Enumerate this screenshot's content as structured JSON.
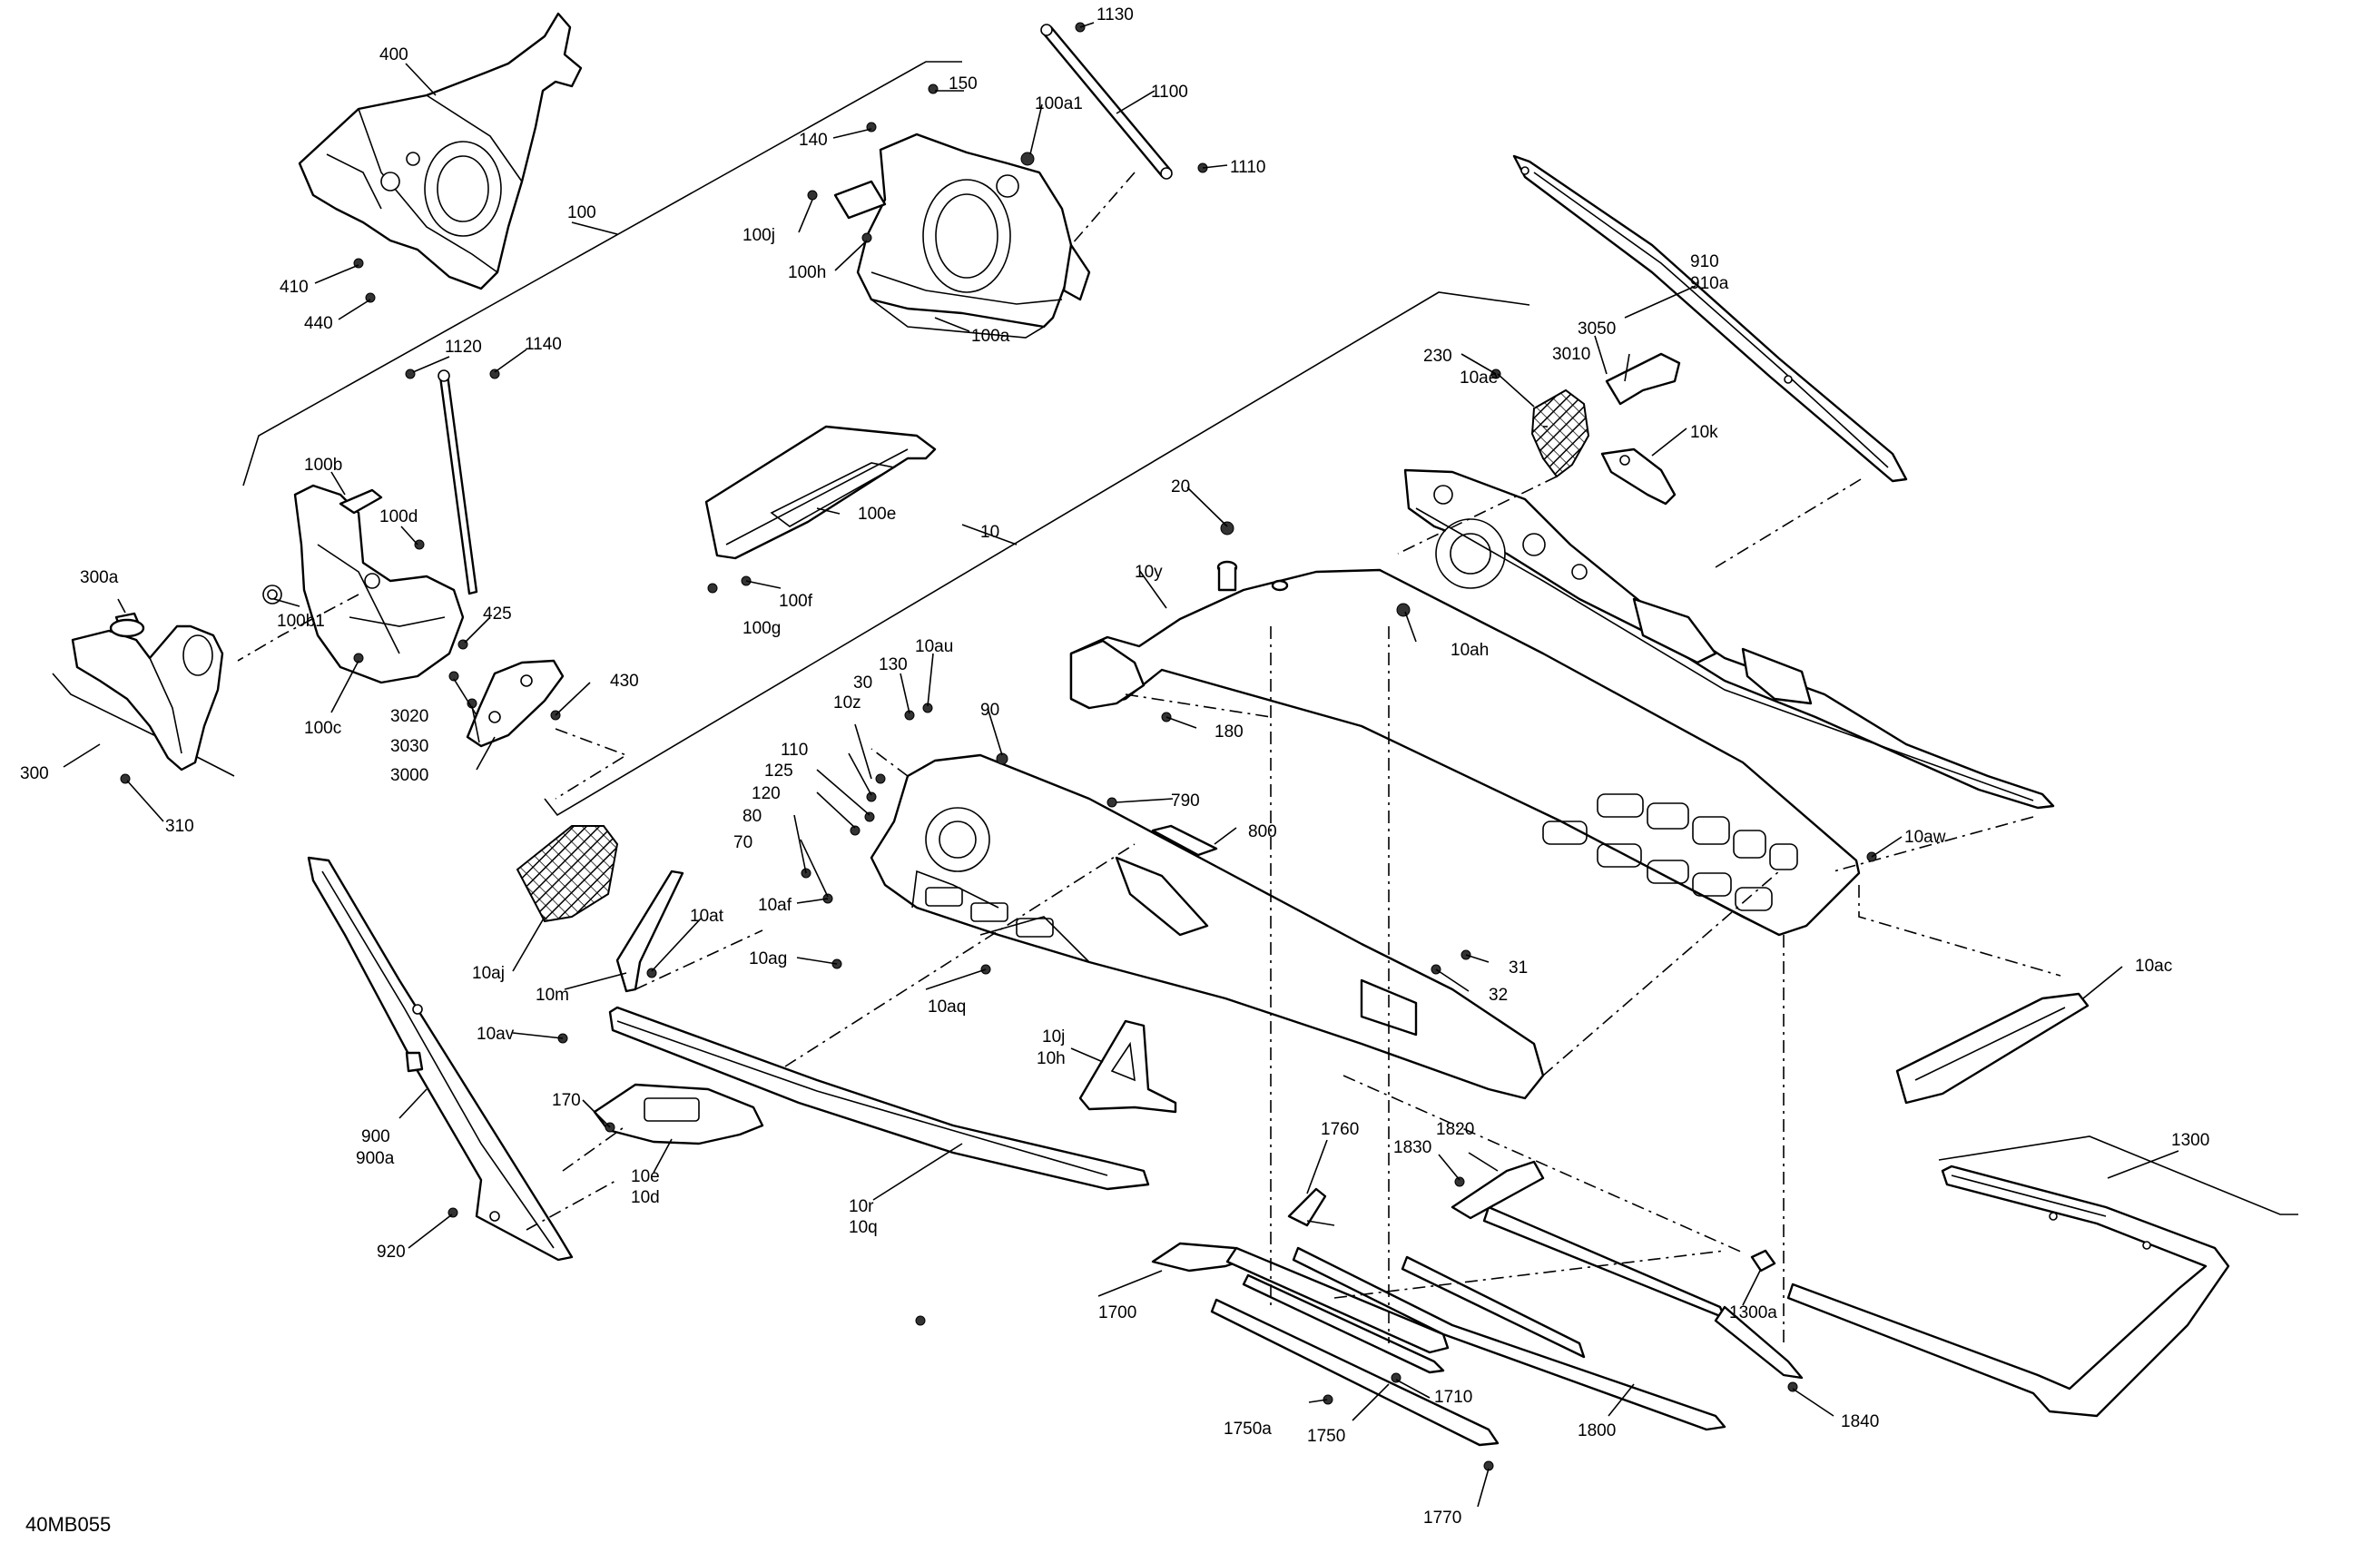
{
  "diagram_code": "40MB055",
  "labels": {
    "l1130": "1130",
    "l1100": "1100",
    "l1110": "1110",
    "l150": "150",
    "l100a1": "100a1",
    "l140": "140",
    "l100j": "100j",
    "l100h": "100h",
    "l100a": "100a",
    "l400": "400",
    "l100": "100",
    "l410": "410",
    "l440": "440",
    "l1120": "1120",
    "l1140": "1140",
    "l100b": "100b",
    "l100d": "100d",
    "l300a": "300a",
    "l100b1": "100b1",
    "l100c": "100c",
    "l425": "425",
    "l430": "430",
    "l3020": "3020",
    "l3030": "3030",
    "l3000": "3000",
    "l300": "300",
    "l310": "310",
    "l100e": "100e",
    "l100f": "100f",
    "l100g": "100g",
    "l10": "10",
    "l20": "20",
    "l10y": "10y",
    "l10ah": "10ah",
    "l180": "180",
    "l910": "910",
    "l910a": "910a",
    "l3050": "3050",
    "l3010": "3010",
    "l230": "230",
    "l10ae": "10ae",
    "l10k": "10k",
    "l10au": "10au",
    "l130": "130",
    "l30": "30",
    "l10z": "10z",
    "l90": "90",
    "l110": "110",
    "l125": "125",
    "l120": "120",
    "l80": "80",
    "l70": "70",
    "l10af": "10af",
    "l10ag": "10ag",
    "l10aq": "10aq",
    "l790": "790",
    "l800": "800",
    "l10aw": "10aw",
    "l31": "31",
    "l32": "32",
    "l10ac": "10ac",
    "l10aj": "10aj",
    "l10m": "10m",
    "l10at": "10at",
    "l10av": "10av",
    "l170": "170",
    "l10e": "10e",
    "l10d": "10d",
    "l10r": "10r",
    "l10q": "10q",
    "l10j": "10j",
    "l10h": "10h",
    "l900": "900",
    "l900a": "900a",
    "l920": "920",
    "l1760": "1760",
    "l1830": "1830",
    "l1820": "1820",
    "l1300": "1300",
    "l1700": "1700",
    "l1710": "1710",
    "l1750a": "1750a",
    "l1750": "1750",
    "l1800": "1800",
    "l1300a": "1300a",
    "l1840": "1840",
    "l1770": "1770"
  }
}
